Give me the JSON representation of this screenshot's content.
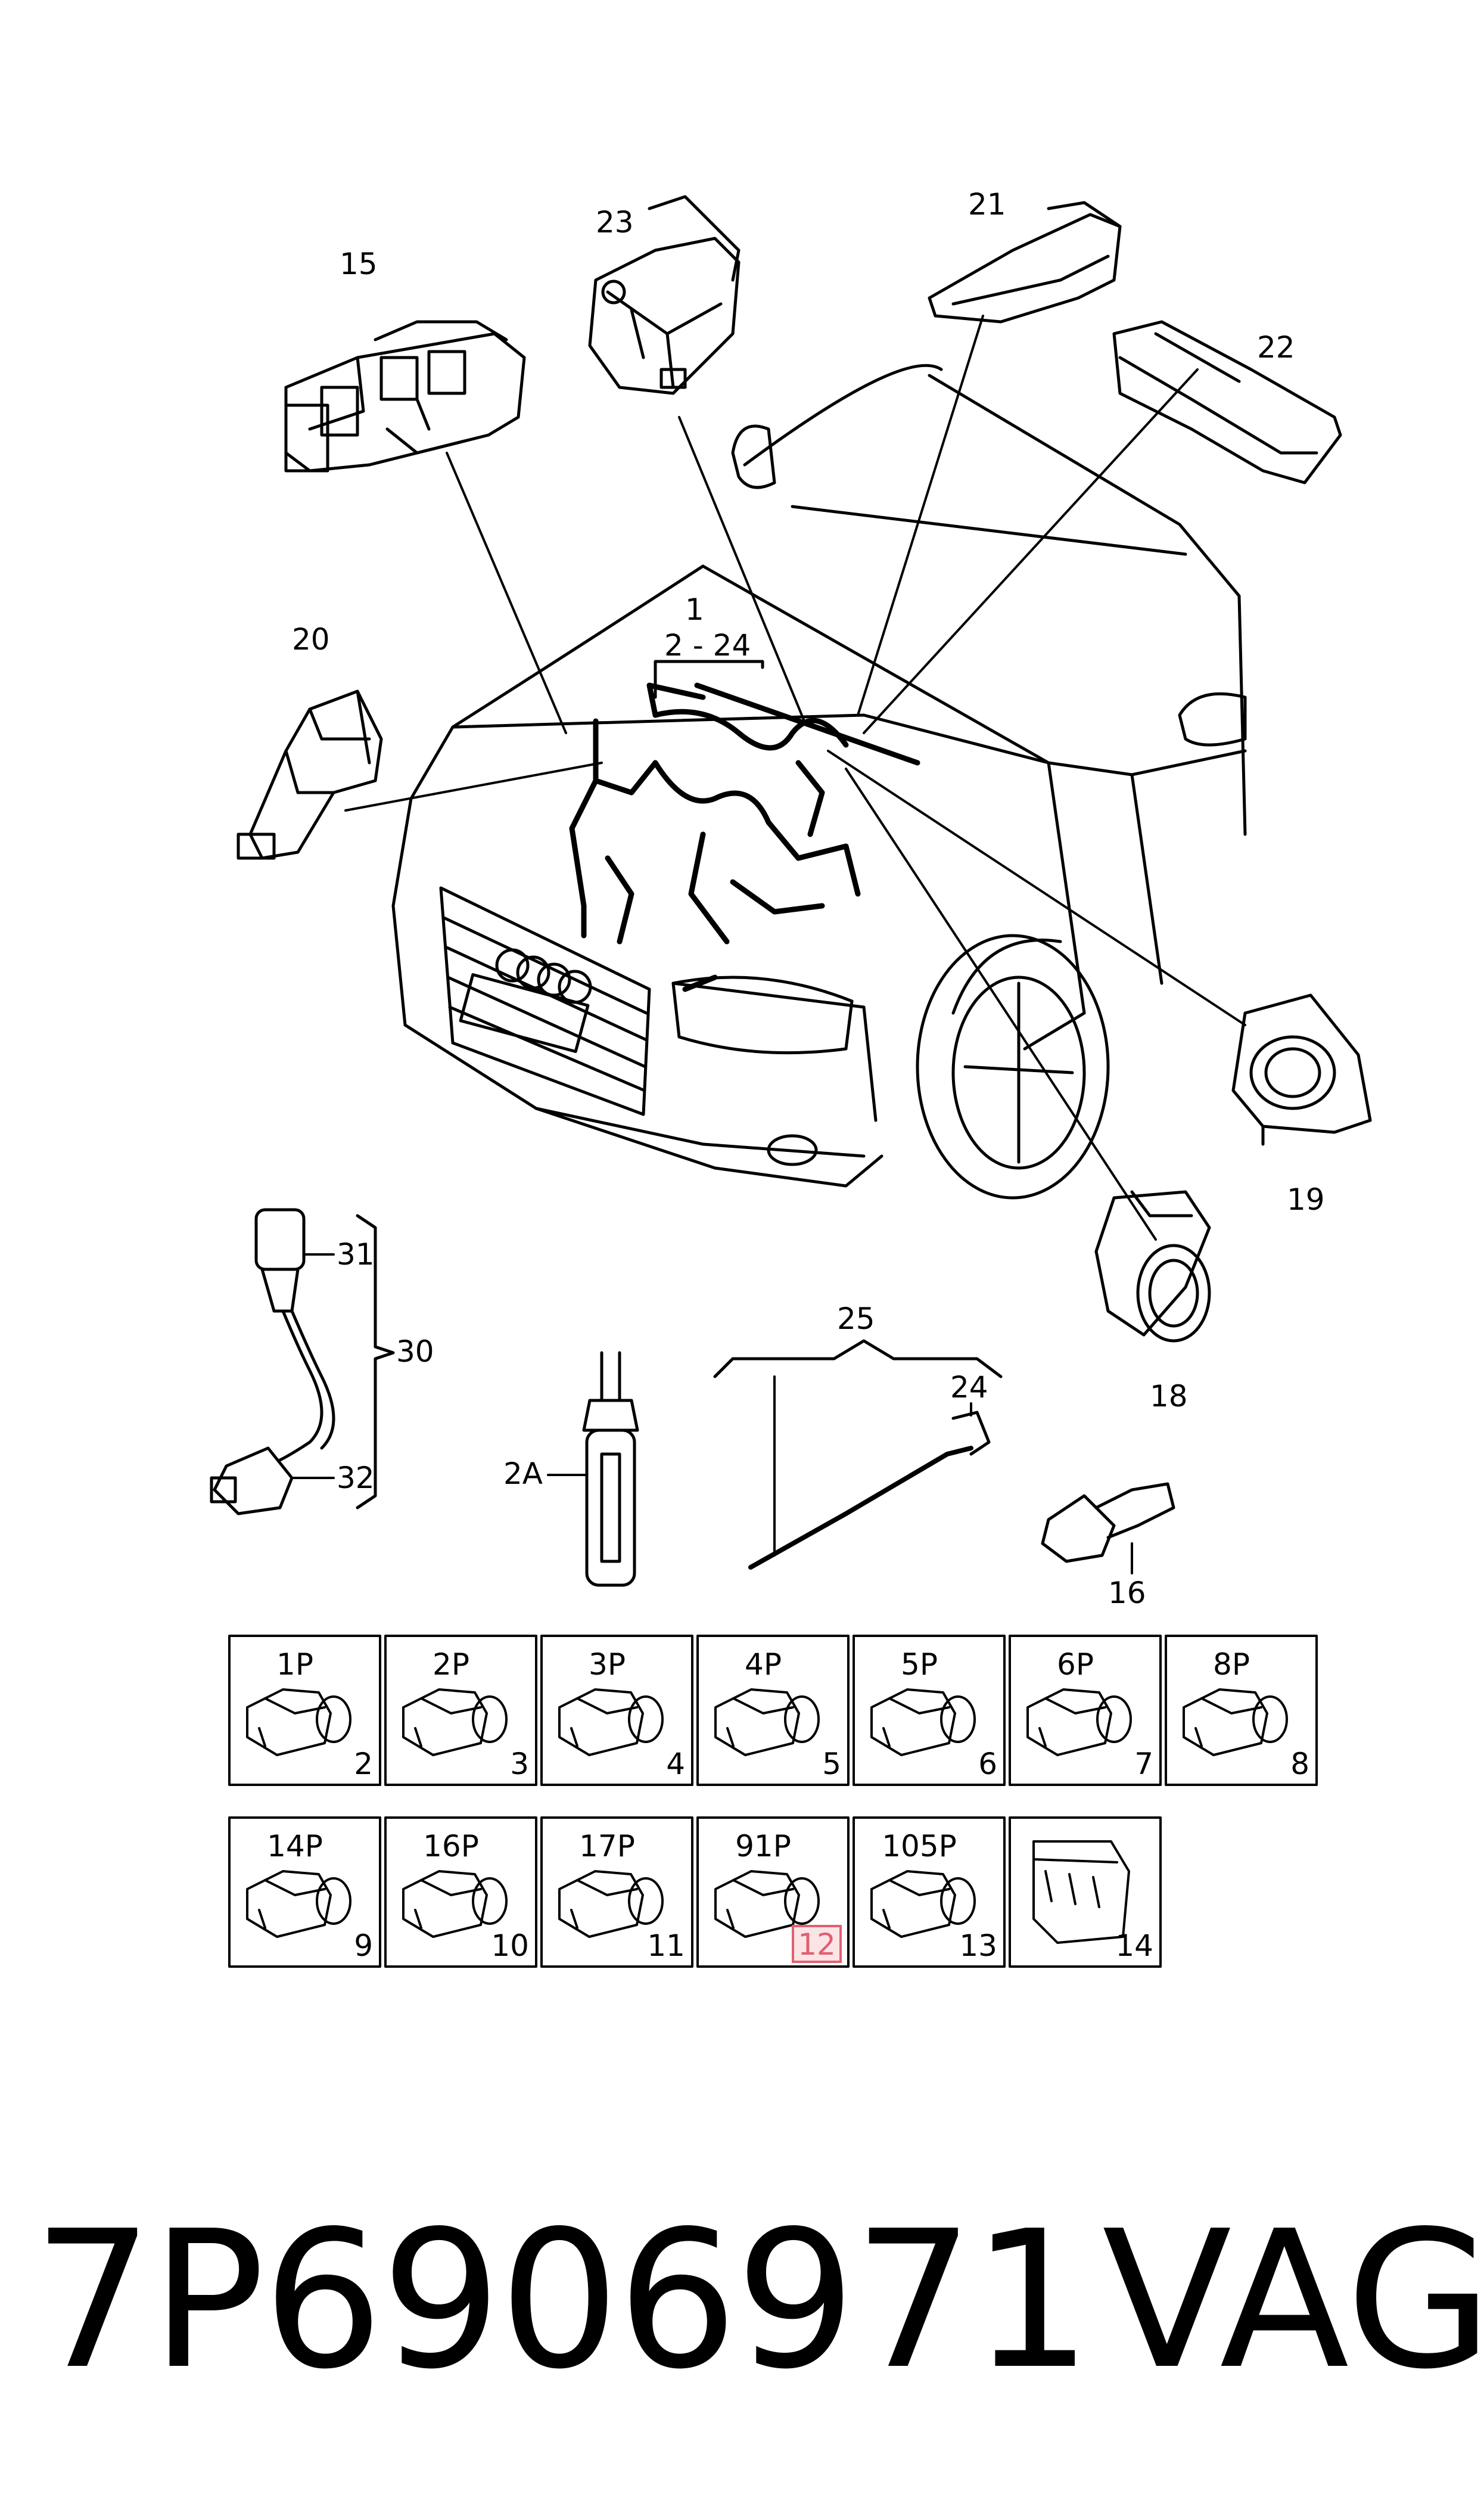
{
  "diagram": {
    "assembly_label": "1",
    "range_label": "2 - 24",
    "callouts": {
      "c15": "15",
      "c23": "23",
      "c21": "21",
      "c22": "22",
      "c20": "20",
      "c19": "19",
      "c18": "18",
      "c25": "25",
      "c24": "24",
      "c16": "16",
      "c2A": "2A",
      "c31": "31",
      "c30": "30",
      "c32": "32"
    },
    "connectors_row1": [
      {
        "label": "1P",
        "number": "2"
      },
      {
        "label": "2P",
        "number": "3"
      },
      {
        "label": "3P",
        "number": "4"
      },
      {
        "label": "4P",
        "number": "5"
      },
      {
        "label": "5P",
        "number": "6"
      },
      {
        "label": "6P",
        "number": "7"
      },
      {
        "label": "8P",
        "number": "8"
      }
    ],
    "connectors_row2": [
      {
        "label": "14P",
        "number": "9"
      },
      {
        "label": "16P",
        "number": "10"
      },
      {
        "label": "17P",
        "number": "11"
      },
      {
        "label": "91P",
        "number": "12",
        "highlighted": true
      },
      {
        "label": "105P",
        "number": "13"
      },
      {
        "label": "",
        "number": "14"
      }
    ],
    "highlight_color": "#e06070"
  },
  "footer": {
    "part_number": "7P6906971",
    "brand": "VAG"
  }
}
